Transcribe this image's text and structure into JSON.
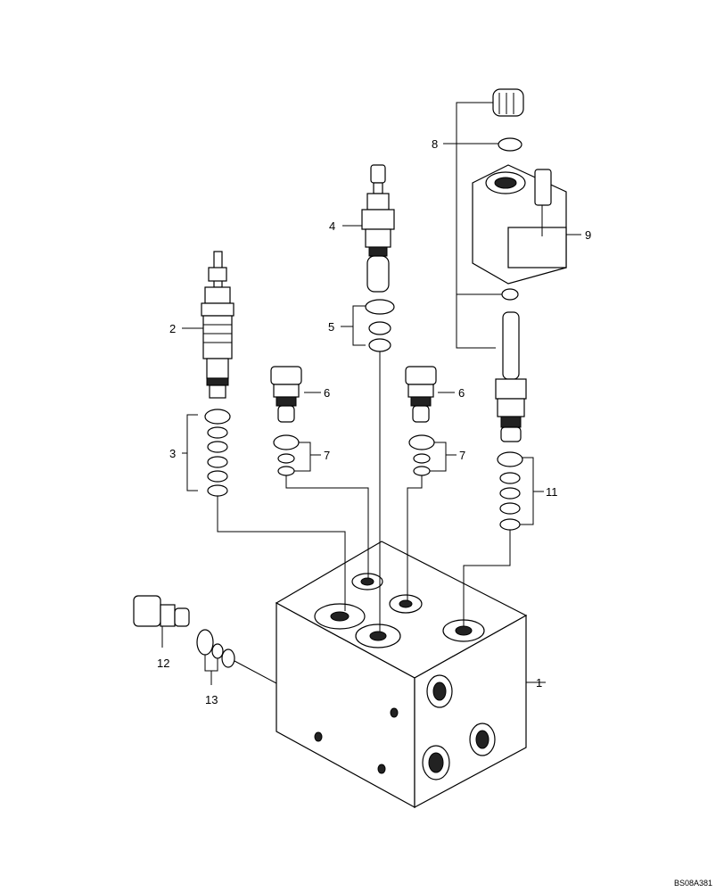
{
  "callouts": [
    "1",
    "2",
    "3",
    "4",
    "5",
    "6",
    "6",
    "7",
    "7",
    "8",
    "9",
    "11",
    "12",
    "13"
  ],
  "drawing_ref": "BS08A381"
}
